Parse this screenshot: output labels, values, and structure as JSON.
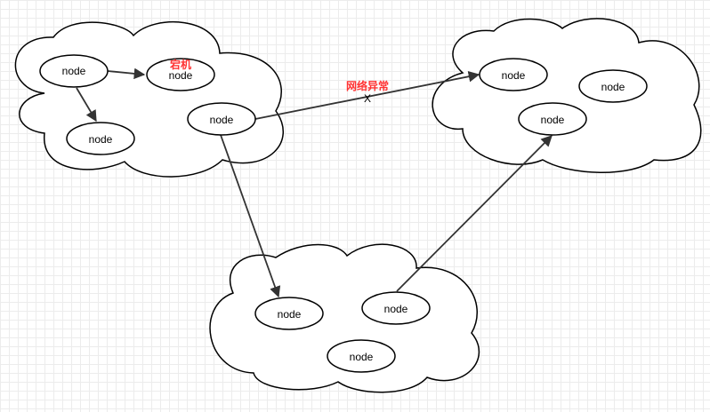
{
  "colors": {
    "annotation": "#ff3333",
    "edge": "#333333",
    "stroke": "#000000"
  },
  "clusters": [
    {
      "nodes": [
        {
          "label": "node"
        },
        {
          "label": "node",
          "annotation": "宕机"
        },
        {
          "label": "node"
        },
        {
          "label": "node"
        }
      ]
    },
    {
      "nodes": [
        {
          "label": "node"
        },
        {
          "label": "node"
        },
        {
          "label": "node"
        }
      ]
    },
    {
      "nodes": [
        {
          "label": "node"
        },
        {
          "label": "node"
        },
        {
          "label": "node"
        }
      ]
    }
  ],
  "annotations": {
    "node_down": "宕机",
    "network_error": "网络异常",
    "broken_link_mark": "X"
  }
}
